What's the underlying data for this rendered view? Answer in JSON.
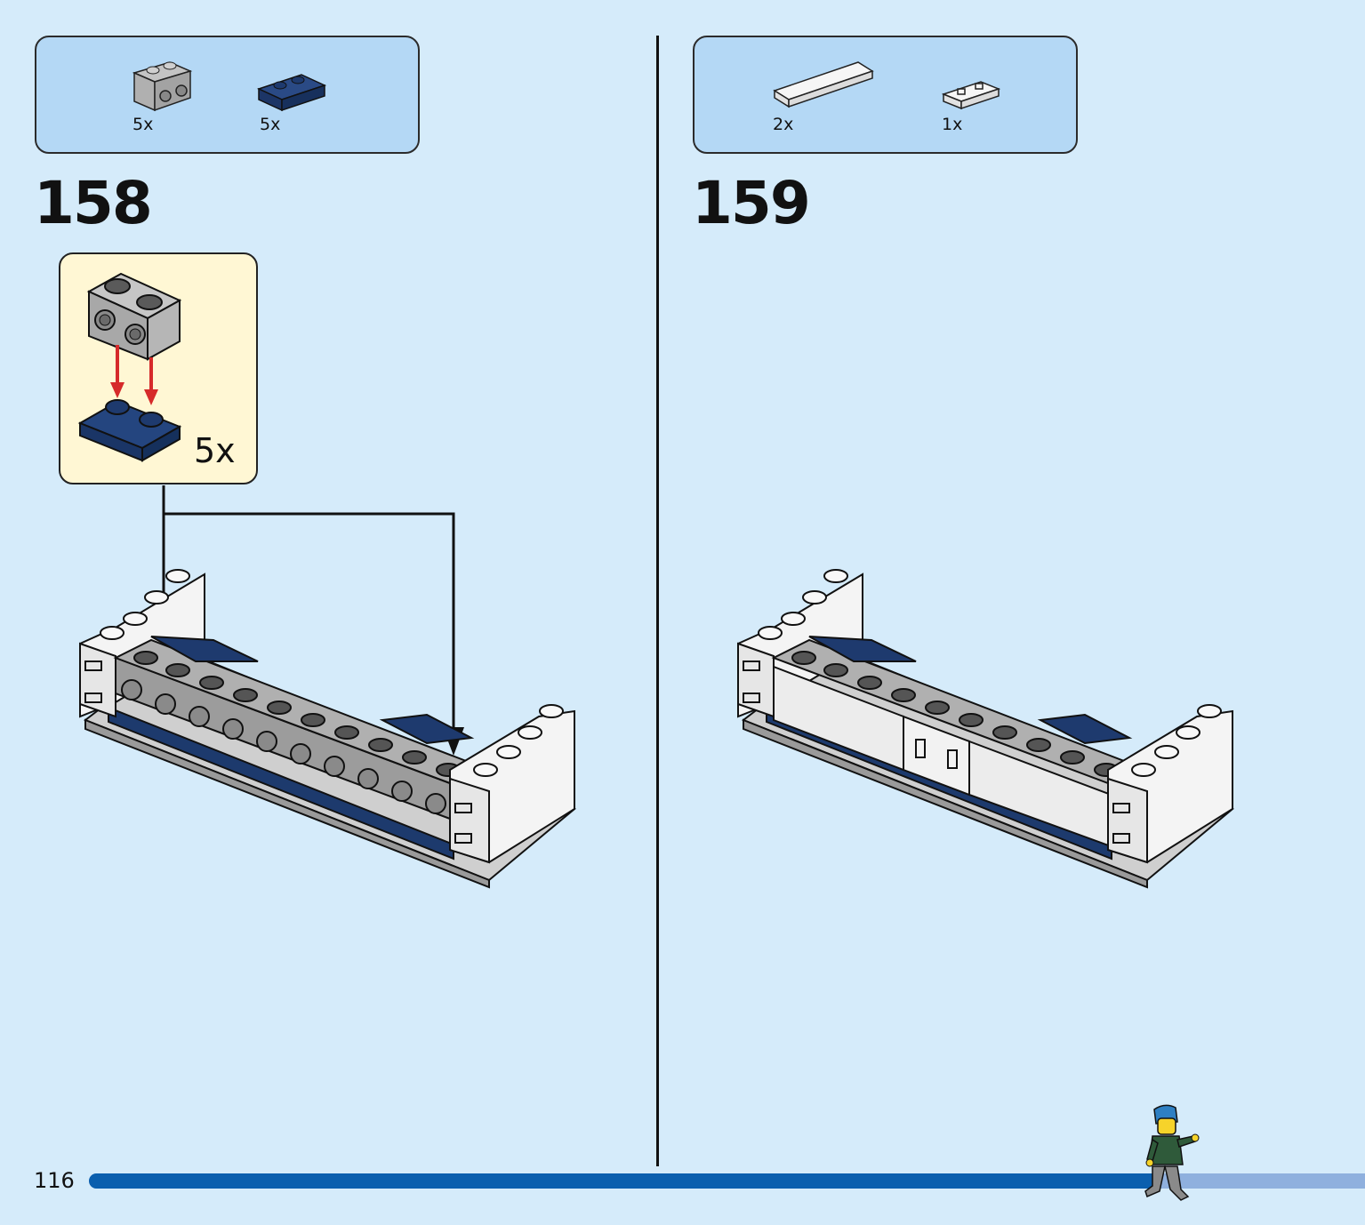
{
  "page": {
    "number": "116",
    "progress": 0.84
  },
  "steps": [
    {
      "number": "158",
      "parts": [
        {
          "qty": "5x",
          "icon": "grey-1x2-brick-with-side-studs"
        },
        {
          "qty": "5x",
          "icon": "dark-blue-1x2-jumper-plate"
        }
      ],
      "callout": {
        "qty": "5x"
      }
    },
    {
      "number": "159",
      "parts": [
        {
          "qty": "2x",
          "icon": "white-1x4-tile"
        },
        {
          "qty": "1x",
          "icon": "white-1x2-tile-with-windows"
        }
      ]
    }
  ],
  "colors": {
    "background": "#d5ebfa",
    "parts_box": "#b4d8f5",
    "callout_bg": "#fff7d4",
    "progress_done": "#0b5fae",
    "progress_remaining": "#8fb0de",
    "arrow_red": "#d62a2a",
    "brick_grey": "#9a9a9a",
    "brick_dark_blue": "#1e3a6e",
    "brick_white": "#f4f4f4"
  }
}
